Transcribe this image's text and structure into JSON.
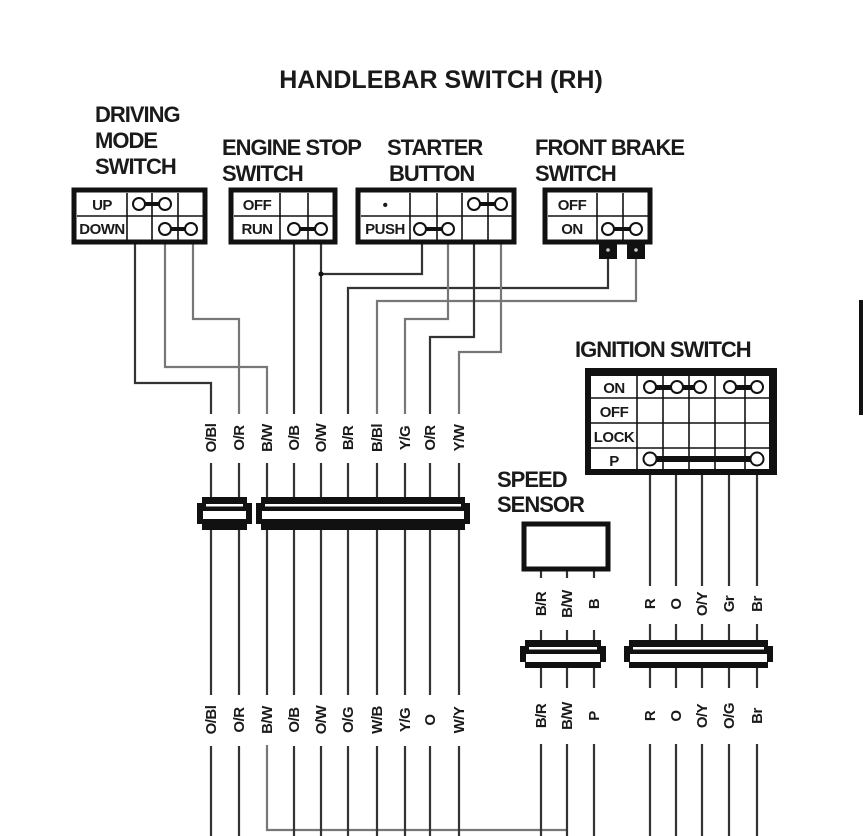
{
  "title": "HANDLEBAR SWITCH (RH)",
  "driving_mode_switch": {
    "lines": [
      "DRIVING",
      "MODE",
      "SWITCH"
    ],
    "rows": [
      "UP",
      "DOWN"
    ]
  },
  "engine_stop_switch": {
    "lines": [
      "ENGINE STOP",
      "SWITCH"
    ],
    "rows": [
      "OFF",
      "RUN"
    ]
  },
  "starter_button": {
    "lines": [
      "STARTER",
      "BUTTON"
    ],
    "rows": [
      "•",
      "PUSH"
    ]
  },
  "front_brake_switch": {
    "lines": [
      "FRONT BRAKE",
      "SWITCH"
    ],
    "rows": [
      "OFF",
      "ON"
    ]
  },
  "ignition_switch": {
    "title": "IGNITION SWITCH",
    "rows": [
      "ON",
      "OFF",
      "LOCK",
      "P"
    ]
  },
  "speed_sensor": {
    "lines": [
      "SPEED",
      "SENSOR"
    ]
  },
  "wire_labels": {
    "handlebar_upper": [
      "O/Bl",
      "O/R",
      "B/W",
      "O/B",
      "O/W",
      "B/R",
      "B/Bl",
      "Y/G",
      "O/R",
      "Y/W"
    ],
    "handlebar_lower": [
      "O/Bl",
      "O/R",
      "B/W",
      "O/B",
      "O/W",
      "O/G",
      "W/B",
      "Y/G",
      "O",
      "W/Y"
    ],
    "speed_upper": [
      "B/R",
      "B/W",
      "B"
    ],
    "speed_lower": [
      "B/R",
      "B/W",
      "P"
    ],
    "ignition_upper": [
      "R",
      "O",
      "O/Y",
      "Gr",
      "Br"
    ],
    "ignition_lower": [
      "R",
      "O",
      "O/Y",
      "O/G",
      "Br"
    ]
  }
}
